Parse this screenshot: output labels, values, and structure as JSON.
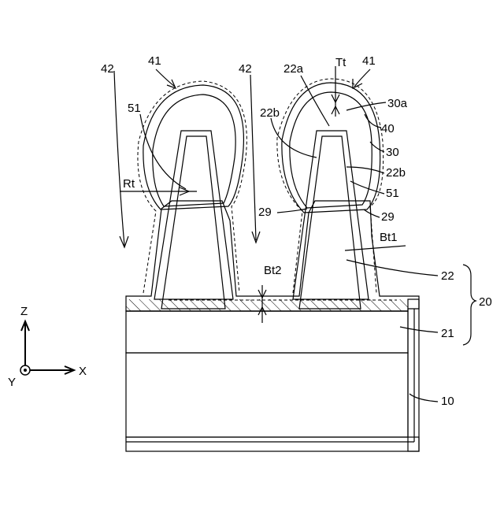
{
  "figure": {
    "labels": {
      "l42a": "42",
      "l42b": "42",
      "l41a": "41",
      "l41b": "41",
      "l51a": "51",
      "l51b": "51",
      "l22a": "22a",
      "lTt": "Tt",
      "l30a": "30a",
      "l22b_a": "22b",
      "l22b_b": "22b",
      "l40": "40",
      "l30": "30",
      "lRt": "Rt",
      "l29a": "29",
      "l29b": "29",
      "lBt1": "Bt1",
      "lBt2": "Bt2",
      "l22": "22",
      "l20": "20",
      "l21": "21",
      "l10": "10"
    },
    "axes": {
      "z": "Z",
      "x": "X",
      "y": "Y"
    }
  }
}
